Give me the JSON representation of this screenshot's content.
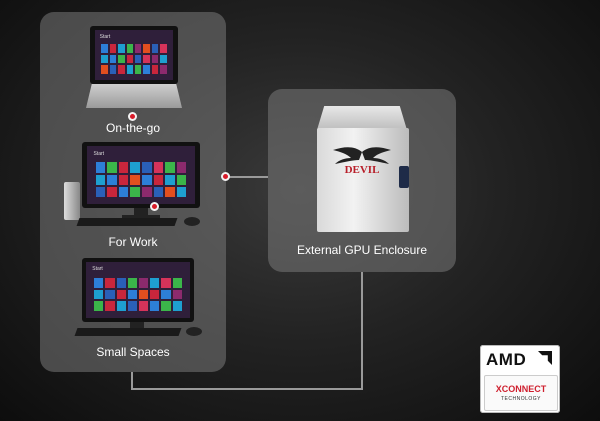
{
  "devices": [
    {
      "label": "On-the-go"
    },
    {
      "label": "For Work"
    },
    {
      "label": "Small Spaces"
    }
  ],
  "enclosure": {
    "label": "External GPU Enclosure",
    "brand": "DEVIL"
  },
  "screen_text": "Start",
  "amd_badge": {
    "brand": "AMD",
    "product": "XCONNECT",
    "subtitle": "TECHNOLOGY"
  },
  "colors": {
    "accent_red": "#d81b2a",
    "panel": "#7a7a7a",
    "tile_colors": [
      "#2d7fd8",
      "#c9263c",
      "#1e9fd0",
      "#3bb54a",
      "#8c2a6d",
      "#e24f1f",
      "#2a60b8",
      "#d6335a"
    ]
  }
}
